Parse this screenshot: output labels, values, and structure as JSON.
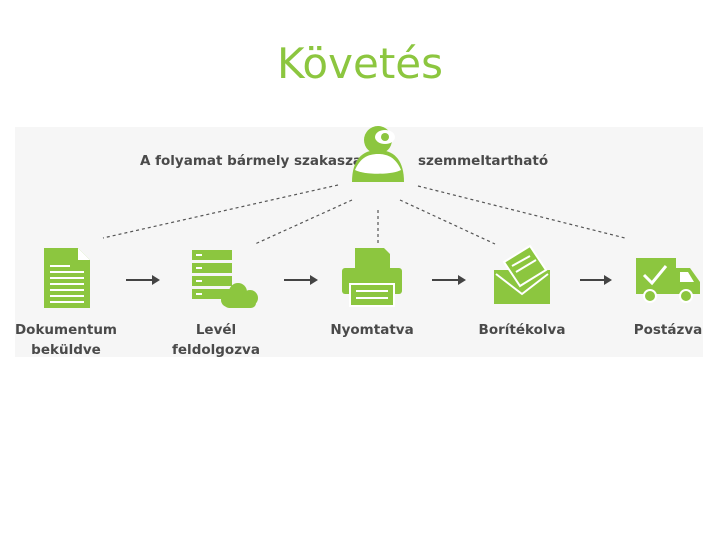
{
  "title": "Követés",
  "watch_text_left": "A folyamat bármely szakasza",
  "watch_text_right": "szemmeltartható",
  "steps": [
    {
      "label": "Dokumentum\nbeküldve",
      "icon": "document-icon"
    },
    {
      "label": "Levél\nfeldolgozva",
      "icon": "server-cloud-icon"
    },
    {
      "label": "Nyomtatva",
      "icon": "printer-icon"
    },
    {
      "label": "Borítékolva",
      "icon": "envelope-icon"
    },
    {
      "label": "Postázva",
      "icon": "delivery-truck-icon"
    }
  ],
  "colors": {
    "accent": "#8cc63f",
    "title": "#8cc63f",
    "text": "#4a4a4a",
    "panel": "#f6f6f6",
    "lines": "#555555"
  }
}
